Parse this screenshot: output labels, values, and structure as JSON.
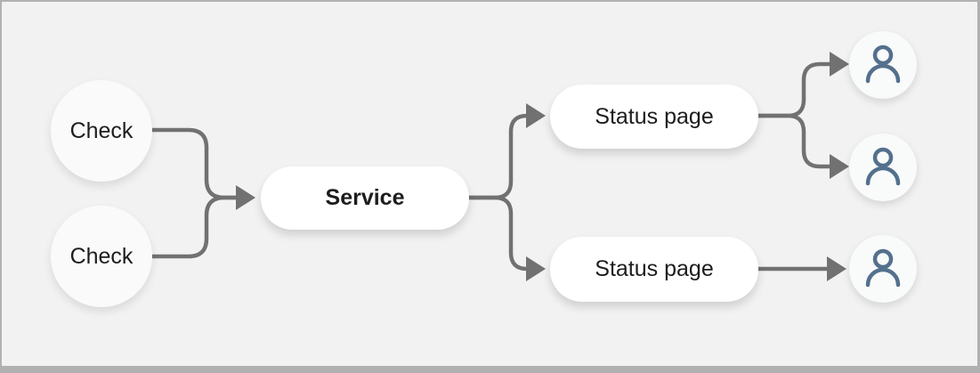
{
  "canvas": {
    "background": "#f2f2f2",
    "frame_color": "#b1b1b1"
  },
  "connectors": {
    "color": "#717171",
    "stroke_width": "4.5"
  },
  "colors": {
    "pill_fill": "#ffffff",
    "check_circle_fill": "#fafafa",
    "user_circle_fill": "#f9fafa",
    "user_icon_stroke": "#53708d",
    "text": "#1d1d1f"
  },
  "nodes": {
    "checks": [
      {
        "label": "Check"
      },
      {
        "label": "Check"
      }
    ],
    "service": {
      "label": "Service"
    },
    "status_pages": [
      {
        "label": "Status page"
      },
      {
        "label": "Status page"
      }
    ],
    "users": [
      {
        "icon": "user-icon"
      },
      {
        "icon": "user-icon"
      },
      {
        "icon": "user-icon"
      }
    ]
  }
}
